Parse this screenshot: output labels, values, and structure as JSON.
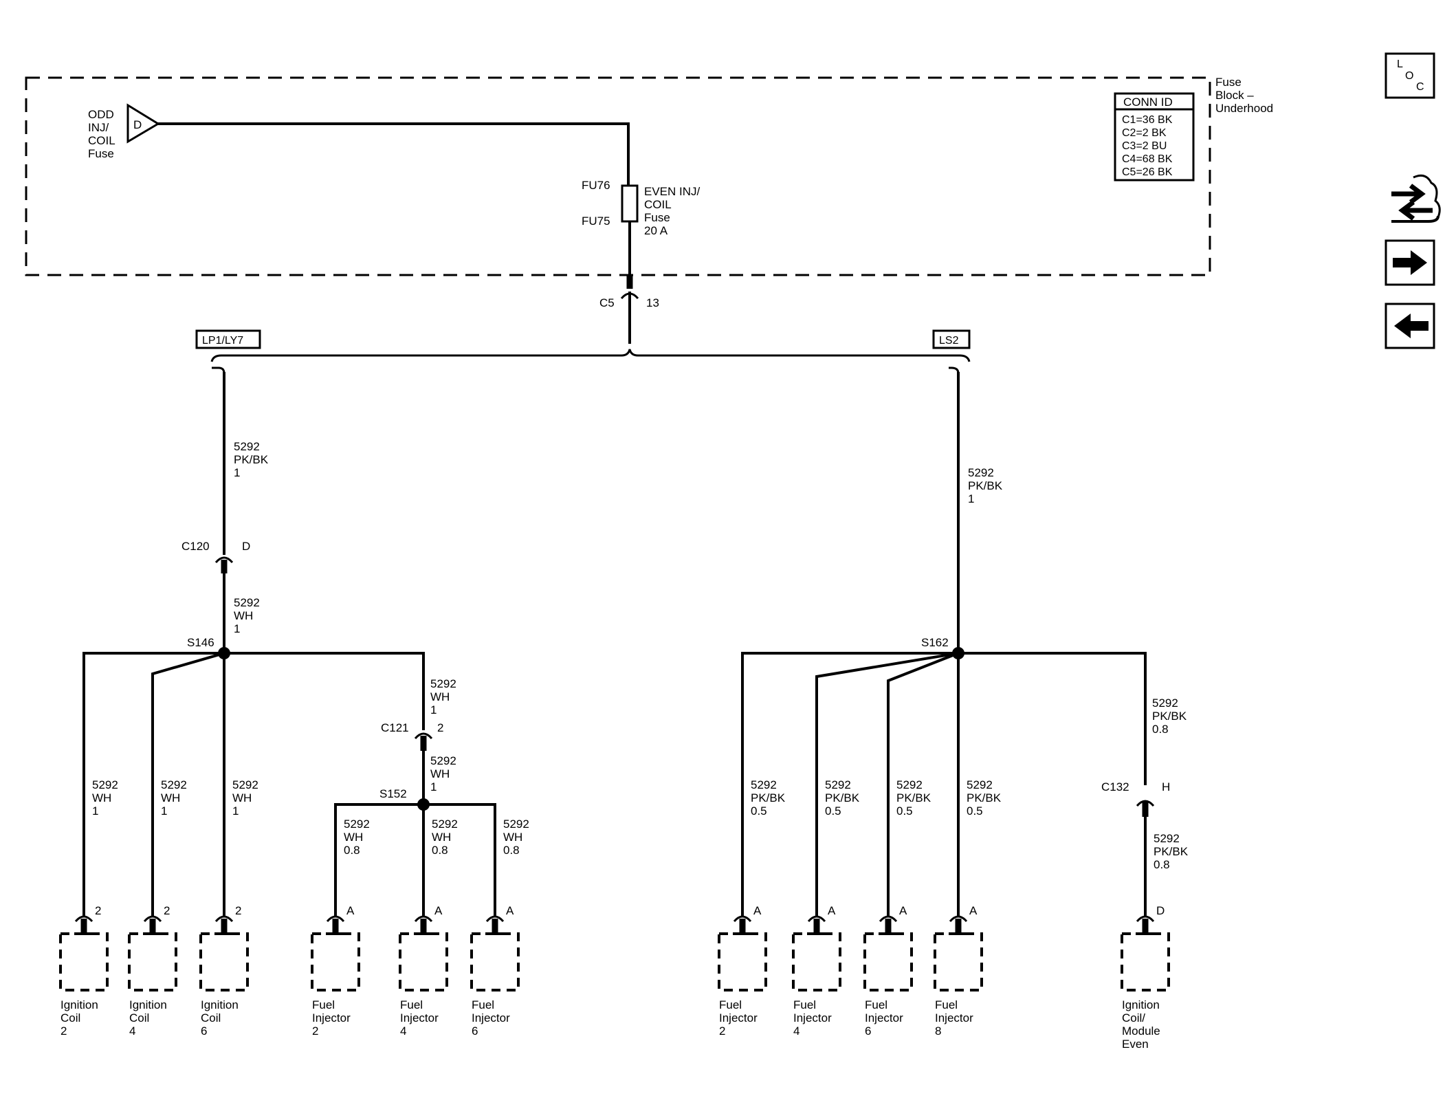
{
  "fuse_block": {
    "label_lines": [
      "Fuse",
      "Block –",
      "Underhood"
    ],
    "conn_id_title": "CONN ID",
    "conn_ids": [
      "C1=36 BK",
      "C2=2 BK",
      "C3=2 BU",
      "C4=68 BK",
      "C5=26 BK"
    ],
    "odd_fuse_lines": [
      "ODD",
      "INJ/",
      "COIL",
      "Fuse"
    ],
    "odd_fuse_connector": "D",
    "even_fuse_top": "FU76",
    "even_fuse_bottom": "FU75",
    "even_fuse_lines": [
      "EVEN INJ/",
      "COIL",
      "Fuse",
      "20 A"
    ]
  },
  "c5": {
    "id": "C5",
    "pin": "13"
  },
  "options": {
    "left": "LP1/LY7",
    "right": "LS2"
  },
  "left_branch": {
    "upper_wire": [
      "5292",
      "PK/BK",
      "1"
    ],
    "c120": {
      "id": "C120",
      "pin": "D"
    },
    "lower_wire": [
      "5292",
      "WH",
      "1"
    ],
    "splice": "S146",
    "c121_wire": [
      "5292",
      "WH",
      "1"
    ],
    "c121": {
      "id": "C121",
      "pin": "2"
    },
    "s152_wire": [
      "5292",
      "WH",
      "1"
    ],
    "splice2": "S152"
  },
  "right_branch": {
    "upper_wire": [
      "5292",
      "PK/BK",
      "1"
    ],
    "splice": "S162",
    "c132_wire": [
      "5292",
      "PK/BK",
      "0.8"
    ],
    "c132": {
      "id": "C132",
      "pin": "H"
    }
  },
  "components": [
    {
      "pin": "2",
      "wire": [
        "5292",
        "WH",
        "1"
      ],
      "name": [
        "Ignition",
        "Coil",
        "2"
      ]
    },
    {
      "pin": "2",
      "wire": [
        "5292",
        "WH",
        "1"
      ],
      "name": [
        "Ignition",
        "Coil",
        "4"
      ]
    },
    {
      "pin": "2",
      "wire": [
        "5292",
        "WH",
        "1"
      ],
      "name": [
        "Ignition",
        "Coil",
        "6"
      ]
    },
    {
      "pin": "A",
      "wire": [
        "5292",
        "WH",
        "0.8"
      ],
      "name": [
        "Fuel",
        "Injector",
        "2"
      ]
    },
    {
      "pin": "A",
      "wire": [
        "5292",
        "WH",
        "0.8"
      ],
      "name": [
        "Fuel",
        "Injector",
        "4"
      ]
    },
    {
      "pin": "A",
      "wire": [
        "5292",
        "WH",
        "0.8"
      ],
      "name": [
        "Fuel",
        "Injector",
        "6"
      ]
    },
    {
      "pin": "A",
      "wire": [
        "5292",
        "PK/BK",
        "0.5"
      ],
      "name": [
        "Fuel",
        "Injector",
        "2"
      ]
    },
    {
      "pin": "A",
      "wire": [
        "5292",
        "PK/BK",
        "0.5"
      ],
      "name": [
        "Fuel",
        "Injector",
        "4"
      ]
    },
    {
      "pin": "A",
      "wire": [
        "5292",
        "PK/BK",
        "0.5"
      ],
      "name": [
        "Fuel",
        "Injector",
        "6"
      ]
    },
    {
      "pin": "A",
      "wire": [
        "5292",
        "PK/BK",
        "0.5"
      ],
      "name": [
        "Fuel",
        "Injector",
        "8"
      ]
    },
    {
      "pin": "D",
      "wire": [
        "5292",
        "PK/BK",
        "0.8"
      ],
      "name": [
        "Ignition",
        "Coil/",
        "Module",
        "Even"
      ]
    }
  ],
  "nav": {
    "loc_letters": [
      "L",
      "O",
      "C"
    ],
    "icons": [
      "loc-icon",
      "schematic-link-icon",
      "arrow-right-icon",
      "arrow-left-icon"
    ]
  }
}
